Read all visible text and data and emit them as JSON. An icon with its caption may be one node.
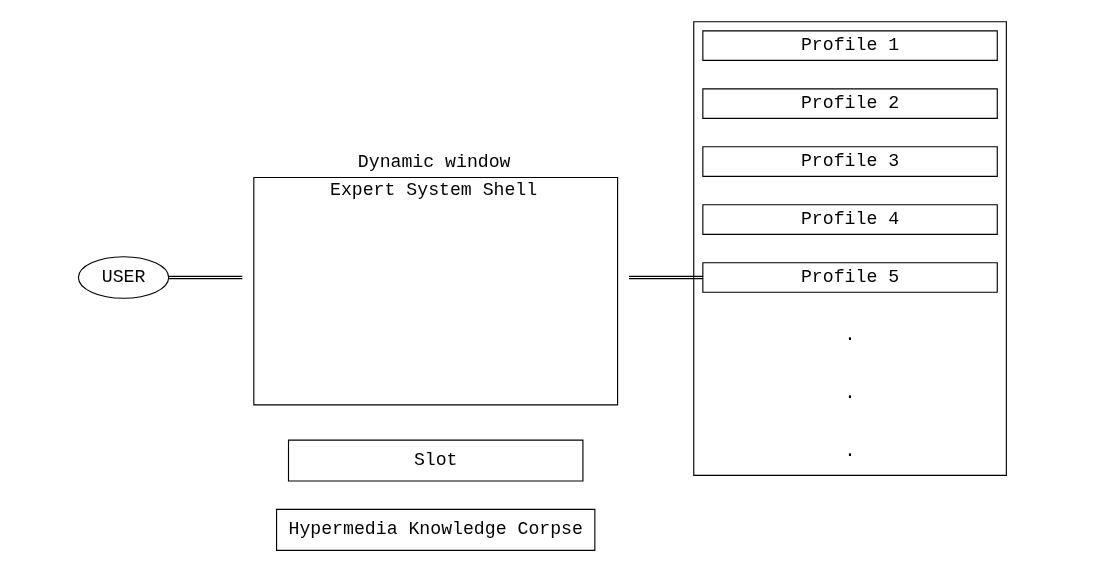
{
  "diagram": {
    "nodes": [
      {
        "text": [
          "Dynamic window",
          "Expert System Shell"
        ]
      },
      {
        "text": [],
        "shape": "box"
      },
      {
        "text": [
          "Profile 1"
        ],
        "in": 1
      },
      {
        "text": [
          "Profile 2"
        ],
        "in": 1
      },
      {
        "text": [
          "Profile 3"
        ],
        "in": 1
      },
      {
        "text": [
          "Profile 4"
        ],
        "in": 1
      },
      {
        "text": [
          "Profile 5"
        ],
        "in": 1
      },
      {
        "text": [
          "USER"
        ]
      },
      {
        "text": [
          "Slot"
        ]
      },
      {
        "text": [
          "Hypermedia Knowledge Corpse"
        ]
      }
    ],
    "edges": [
      {
        "from": 7,
        "to": 0,
        "arrow": "none"
      },
      {
        "from": 0,
        "to": 6,
        "arrow": "none"
      }
    ],
    "labels": [
      ".",
      ".",
      "."
    ]
  }
}
